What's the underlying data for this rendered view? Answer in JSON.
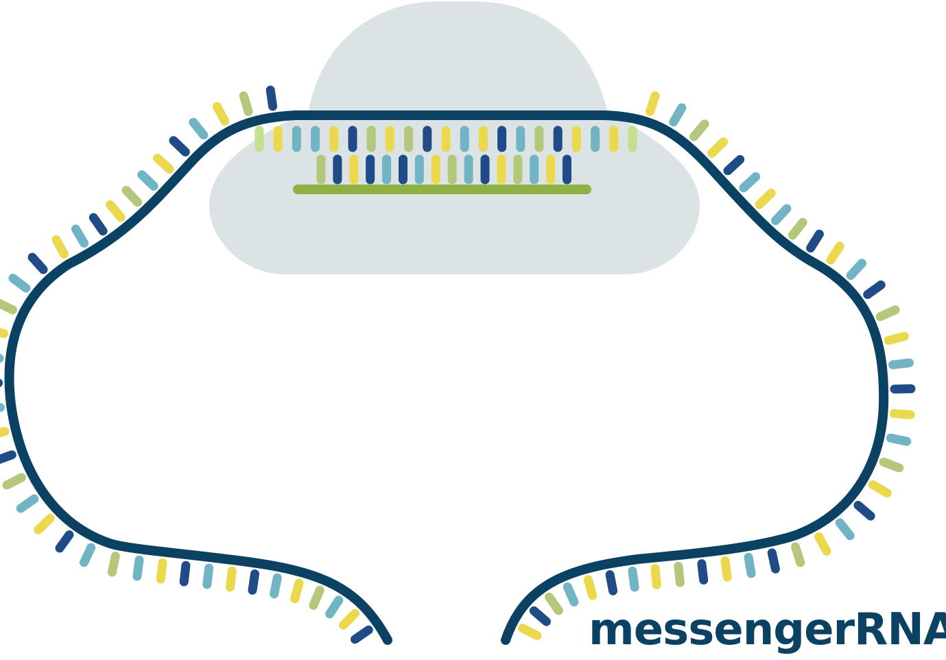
{
  "caption": "messengerRNA",
  "colors": {
    "backbone": "#0b4264",
    "navy": "#1f4b86",
    "teal": "#71b5c4",
    "yellow": "#ecd84d",
    "green": "#b4c77a",
    "light_green": "#c6df8e",
    "ribosome": "#dbe3e4",
    "anchor_bar": "#8fb042",
    "caption_text": "#0b4264"
  },
  "icons": {
    "ribosome": "ribosome-shape",
    "trna": "trna-strand",
    "mrna": "mrna-backbone"
  },
  "sequences": {
    "mrna_bases": [
      "navy",
      "yellow",
      "teal",
      "green",
      "yellow",
      "teal",
      "navy",
      "yellow",
      "teal",
      "navy",
      "yellow",
      "teal",
      "green",
      "teal",
      "navy",
      "yellow",
      "teal",
      "green",
      "navy",
      "yellow",
      "teal",
      "navy",
      "teal",
      "yellow",
      "green",
      "teal",
      "navy",
      "yellow",
      "teal",
      "navy",
      "yellow",
      "green",
      "teal",
      "yellow",
      "navy",
      "teal",
      "yellow",
      "green",
      "navy",
      "yellow",
      "teal",
      "green",
      "yellow",
      "navy",
      "teal",
      "yellow",
      "teal",
      "green",
      "navy",
      "yellow",
      "teal",
      "navy",
      "green",
      "yellow",
      "teal",
      "navy",
      "yellow",
      "teal",
      "green",
      "yellow",
      "navy",
      "teal",
      "yellow",
      "green",
      "navy",
      "teal",
      "yellow",
      "navy",
      "green",
      "yellow",
      "teal",
      "navy",
      "yellow",
      "teal",
      "green",
      "navy",
      "yellow",
      "teal",
      "yellow",
      "navy",
      "green",
      "teal",
      "yellow",
      "navy",
      "teal",
      "green",
      "yellow",
      "navy",
      "teal",
      "yellow",
      "green",
      "navy",
      "teal",
      "yellow",
      "navy",
      "green",
      "teal",
      "yellow",
      "navy",
      "teal"
    ],
    "top_bases": [
      "light_green",
      "yellow",
      "teal",
      "teal",
      "yellow",
      "navy",
      "green",
      "yellow",
      "green",
      "navy",
      "yellow",
      "teal",
      "yellow",
      "navy",
      "teal",
      "green",
      "navy",
      "yellow",
      "teal",
      "yellow",
      "light_green"
    ],
    "trna_bases": [
      "green",
      "navy",
      "yellow",
      "navy",
      "teal",
      "navy",
      "teal",
      "yellow",
      "green",
      "teal",
      "navy",
      "yellow",
      "green",
      "teal",
      "yellow",
      "navy"
    ]
  }
}
